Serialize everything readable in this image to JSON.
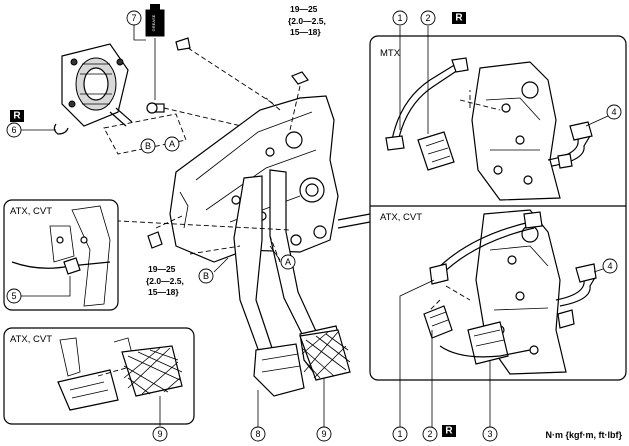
{
  "panels": {
    "mtx": {
      "title": "MTX"
    },
    "atx_cvt_top": {
      "title": "ATX, CVT"
    },
    "atx_cvt_left": {
      "title": "ATX, CVT"
    },
    "atx_cvt_bottom": {
      "title": "ATX, CVT"
    }
  },
  "torque_specs": [
    {
      "line1": "19—25",
      "line2": "{2.0—2.5,",
      "line3": "15—18}"
    },
    {
      "line1": "19—25",
      "line2": "{2.0—2.5,",
      "line3": "15—18}"
    }
  ],
  "callouts": {
    "c1_top": "1",
    "c2_top": "2",
    "c1_bottom": "1",
    "c2_bottom": "2",
    "c3": "3",
    "c4_top": "4",
    "c4_bottom": "4",
    "c5": "5",
    "c6": "6",
    "c7": "7",
    "c8": "8",
    "c9_left": "9",
    "c9_bottom": "9",
    "A_top": "A",
    "B_top": "B",
    "A_main": "A",
    "B_main": "B"
  },
  "badges": {
    "r_top": "R",
    "r_left": "R",
    "r_bottom": "R"
  },
  "unit_label": "N·m {kgf·m, ft·lbf}",
  "grease_label": "GREASE"
}
